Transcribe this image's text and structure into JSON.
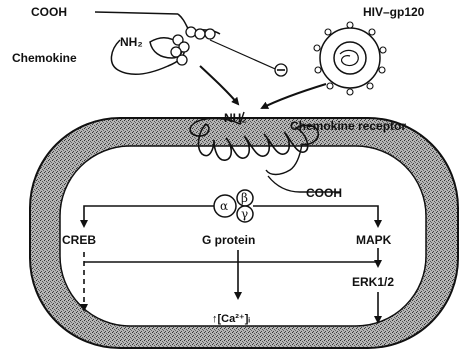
{
  "labels": {
    "cooh_top": "COOH",
    "hiv": "HIV–gp120",
    "nh2_left": "NH₂",
    "chemokine": "Chemokine",
    "minus": "⊖",
    "nh2_receptor": "NH₂",
    "chemokine_receptor": "Chemokine receptor",
    "cooh_receptor": "COOH",
    "alpha": "α",
    "beta": "β",
    "gamma": "γ",
    "creb": "CREB",
    "g_protein": "G protein",
    "mapk": "MAPK",
    "erk": "ERK1/2",
    "calcium": "↑[Ca²⁺]ᵢ"
  },
  "colors": {
    "line": "#111111",
    "membrane_fill": "#8c8c8c",
    "cell_interior": "#ffffff"
  },
  "icons": {
    "hiv_virion": "virus-particle-icon",
    "chemokine_molecule": "chemokine-coil-icon",
    "receptor": "seven-transmembrane-receptor-icon"
  }
}
